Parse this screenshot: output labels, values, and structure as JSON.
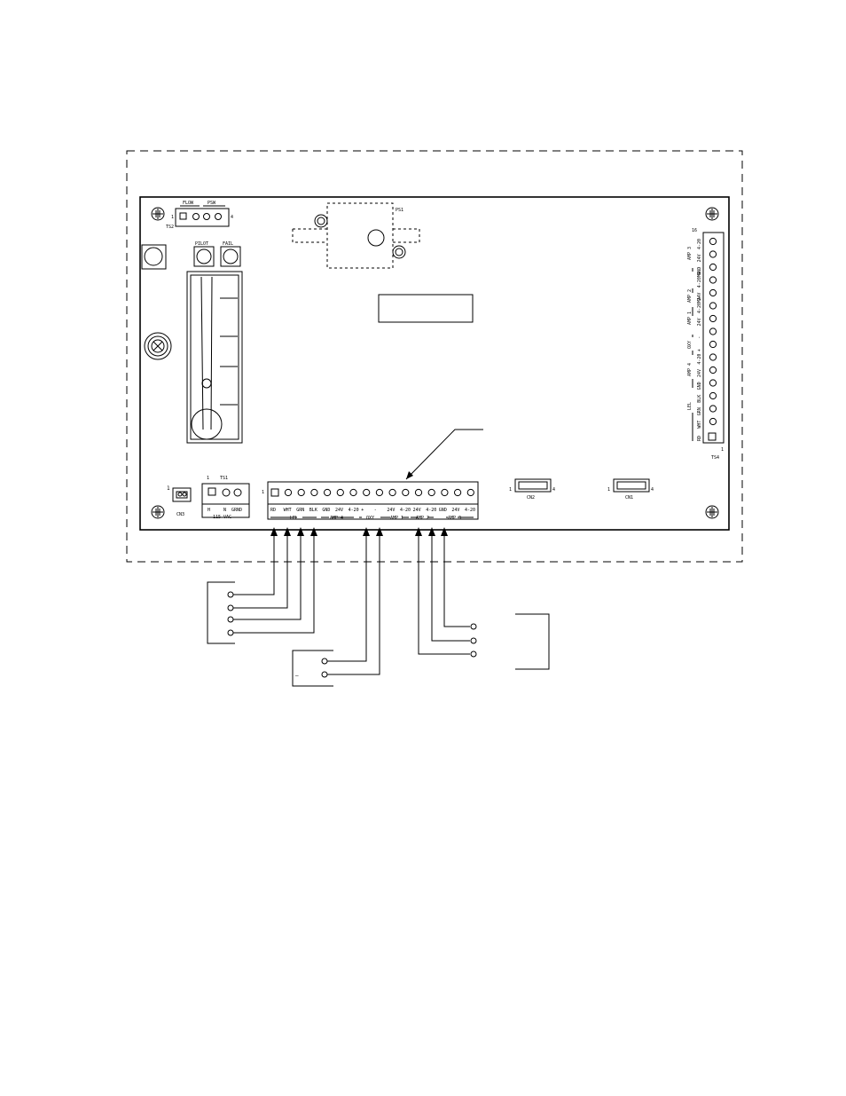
{
  "ts2": {
    "id": "TS2",
    "pin_first": "1",
    "pin_last": "4",
    "groups": [
      "FLOW",
      "PSW"
    ]
  },
  "leds": {
    "pilot": "PILOT",
    "fail": "FAIL"
  },
  "ps1": {
    "id": "PS1"
  },
  "ts1": {
    "id": "TS1",
    "pin_first": "1",
    "columns": [
      "H",
      "N",
      "GRND"
    ],
    "caption": "115 VAC"
  },
  "cn3": {
    "id": "CN3",
    "pin_first": "1"
  },
  "ts3": {
    "pin_first": "1",
    "columns": [
      "RD",
      "WHT",
      "GRN",
      "BLK",
      "GND",
      "24V",
      "4-20",
      "+",
      "-",
      "24V",
      "4-20",
      "24V",
      "4-20",
      "GND",
      "24V",
      "4-20"
    ],
    "groups": [
      "LEL",
      "AMP 4",
      "OXY",
      "AMP 1",
      "AMP 2",
      "AMP 3"
    ]
  },
  "cn2": {
    "id": "CN2",
    "pin_first": "1",
    "pin_last": "4"
  },
  "cn1": {
    "id": "CN1",
    "pin_first": "1",
    "pin_last": "4"
  },
  "ts4": {
    "id": "TS4",
    "pin_first": "1",
    "pin_last": "16",
    "columns": [
      "RD",
      "WHT",
      "GRN",
      "BLK",
      "GND",
      "24V",
      "4-20",
      "+",
      "-",
      "24V",
      "4-20MA",
      "24V",
      "4-20MA",
      "GND",
      "24V",
      "4-20"
    ],
    "groups": [
      "LEL",
      "AMP 4",
      "OXY",
      "AMP 1",
      "AMP 2",
      "AMP 3"
    ]
  },
  "oxy_sensor": {
    "minus": "—"
  }
}
